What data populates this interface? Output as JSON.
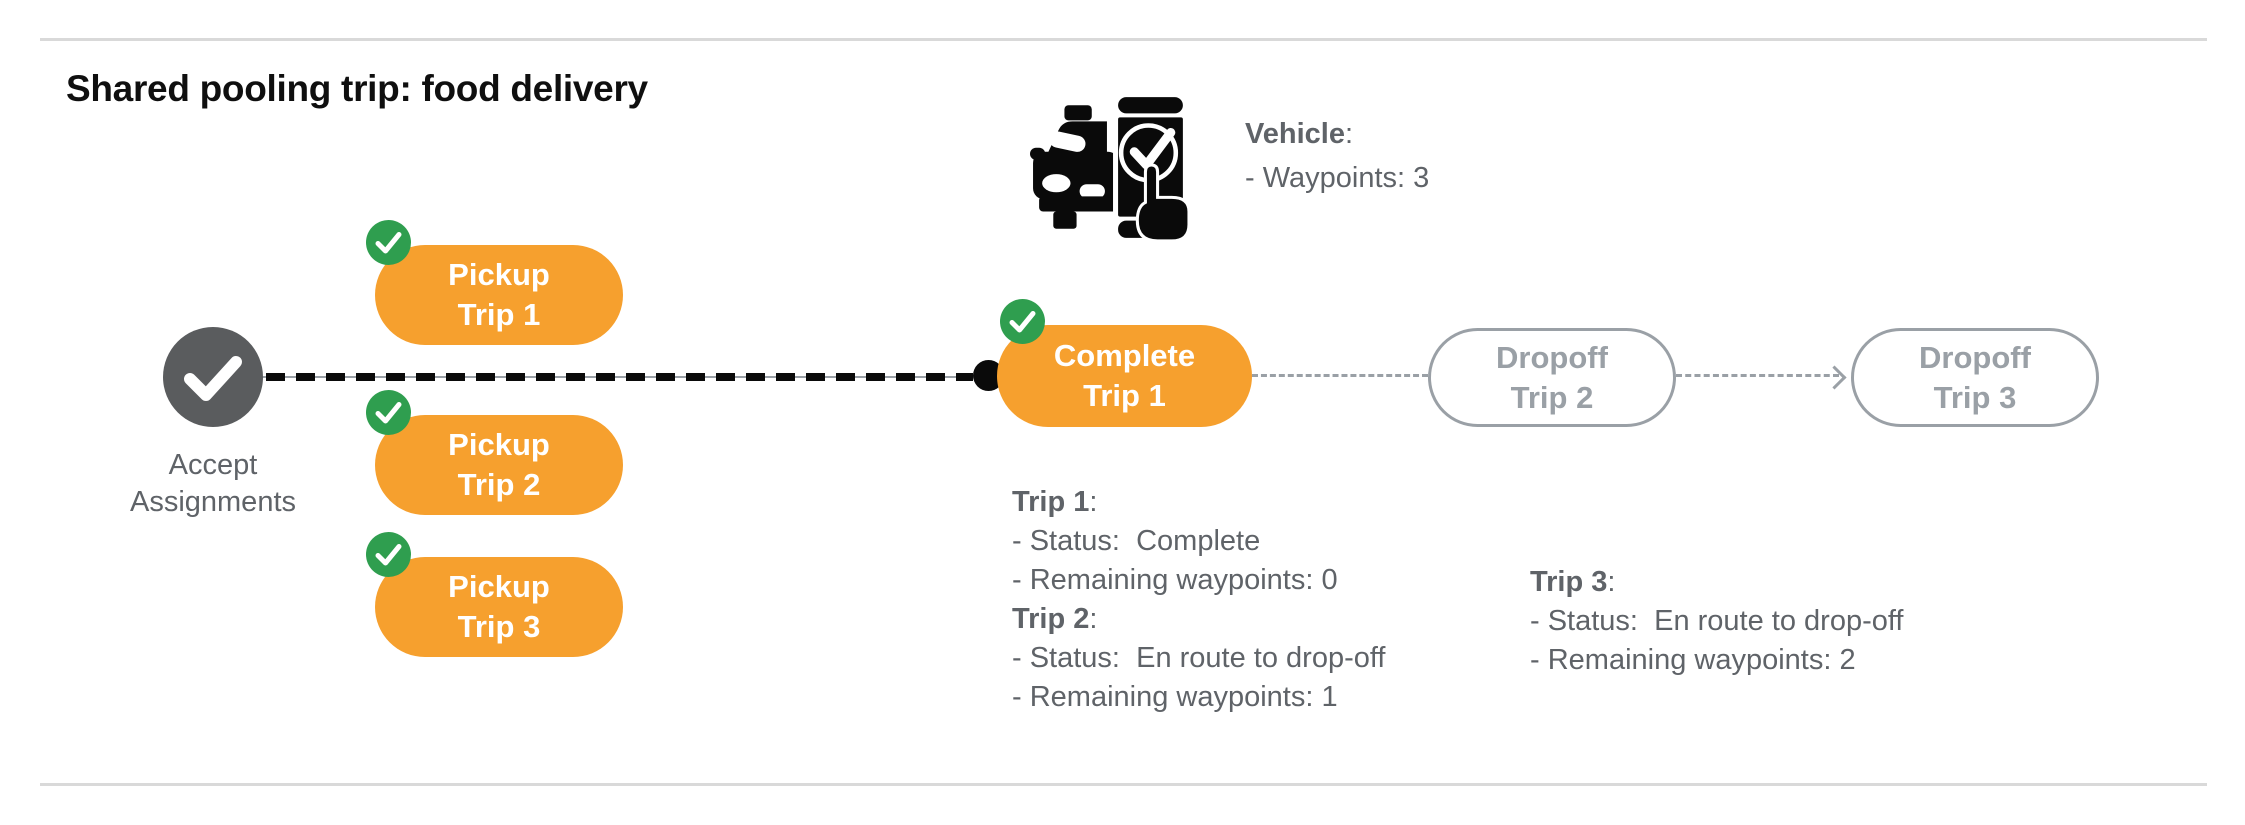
{
  "title": "Shared pooling trip: food delivery",
  "vehicle": {
    "label": "Vehicle",
    "colon": ":",
    "waypoints_line": "- Waypoints: 3"
  },
  "flow": {
    "accept": {
      "line1": "Accept",
      "line2": "Assignments"
    },
    "pickup1": {
      "line1": "Pickup",
      "line2": "Trip 1"
    },
    "pickup2": {
      "line1": "Pickup",
      "line2": "Trip 2"
    },
    "pickup3": {
      "line1": "Pickup",
      "line2": "Trip 3"
    },
    "complete": {
      "line1": "Complete",
      "line2": "Trip 1"
    },
    "dropoff2": {
      "line1": "Dropoff",
      "line2": "Trip 2"
    },
    "dropoff3": {
      "line1": "Dropoff",
      "line2": "Trip 3"
    }
  },
  "status": {
    "trip1": {
      "label": "Trip 1",
      "colon": ":",
      "status_line": "- Status:  Complete",
      "remaining_line": "- Remaining waypoints: 0"
    },
    "trip2": {
      "label": "Trip 2",
      "colon": ":",
      "status_line": "- Status:  En route to drop-off",
      "remaining_line": "- Remaining waypoints: 1"
    },
    "trip3": {
      "label": "Trip 3",
      "colon": ":",
      "status_line": "- Status:  En route to drop-off",
      "remaining_line": "- Remaining waypoints: 2"
    }
  },
  "icons": {
    "vehicle": "car-phone-check-icon",
    "badge": "green-check-badge-icon",
    "accept": "gray-check-circle-icon"
  },
  "colors": {
    "orange": "#F6A02E",
    "green": "#2F9E4F",
    "dark_gray_circle": "#5A5C5E",
    "text_gray": "#5F6368",
    "light_gray": "#9AA0A6",
    "rule_gray": "#D9D9D9",
    "black": "#0A0A0A"
  }
}
